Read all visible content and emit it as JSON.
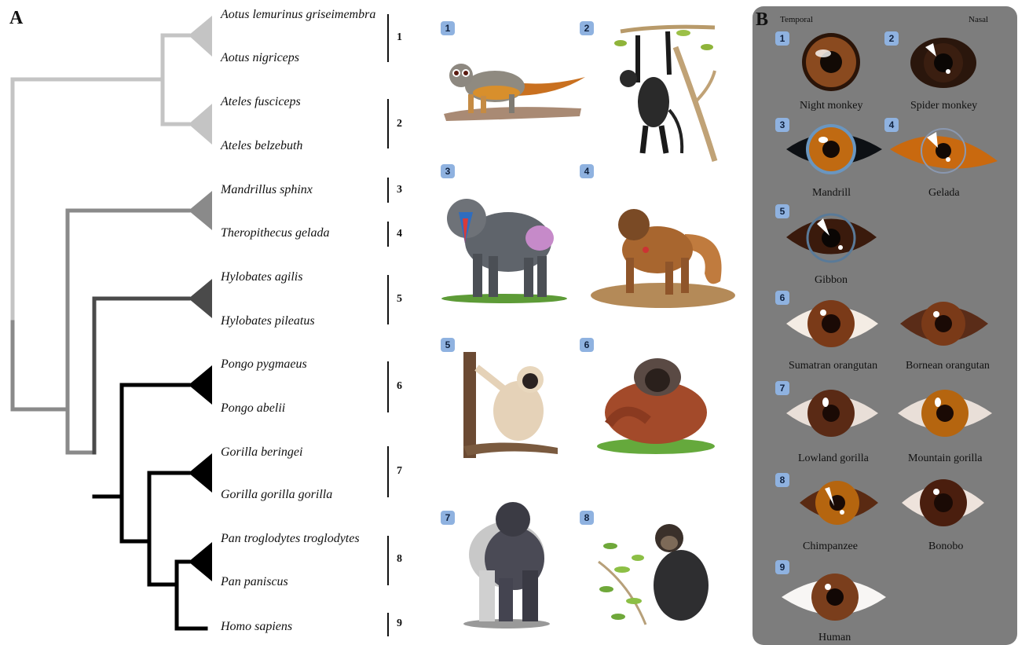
{
  "panel_a": {
    "letter": "A"
  },
  "panel_b": {
    "letter": "B",
    "temporal_label": "Temporal",
    "nasal_label": "Nasal"
  },
  "species": [
    "Aotus lemurinus griseimembra",
    "Aotus nigriceps",
    "Ateles fusciceps",
    "Ateles belzebuth",
    "Mandrillus sphinx",
    "Theropithecus gelada",
    "Hylobates agilis",
    "Hylobates pileatus",
    "Pongo pygmaeus",
    "Pongo abelii",
    "Gorilla beringei",
    "Gorilla gorilla gorilla",
    "Pan troglodytes troglodytes",
    "Pan paniscus",
    "Homo sapiens"
  ],
  "groups": [
    "1",
    "2",
    "3",
    "4",
    "5",
    "6",
    "7",
    "8",
    "9"
  ],
  "animal_badges": [
    "1",
    "2",
    "3",
    "4",
    "5",
    "6",
    "7",
    "8"
  ],
  "eye_badges": [
    "1",
    "2",
    "3",
    "4",
    "5",
    "6",
    "7",
    "8",
    "9"
  ],
  "eye_labels": [
    "Night monkey",
    "Spider monkey",
    "Mandrill",
    "Gelada",
    "Gibbon",
    "Sumatran orangutan",
    "Bornean orangutan",
    "Lowland gorilla",
    "Mountain gorilla",
    "Chimpanzee",
    "Bonobo",
    "Human"
  ],
  "colors": {
    "clade_light": "#c4c4c4",
    "clade_mid": "#8a8a8a",
    "clade_dark": "#4a4a4a",
    "clade_black": "#000000",
    "badge": "#8fb2e0",
    "panel_b_bg": "#7d7d7d"
  }
}
